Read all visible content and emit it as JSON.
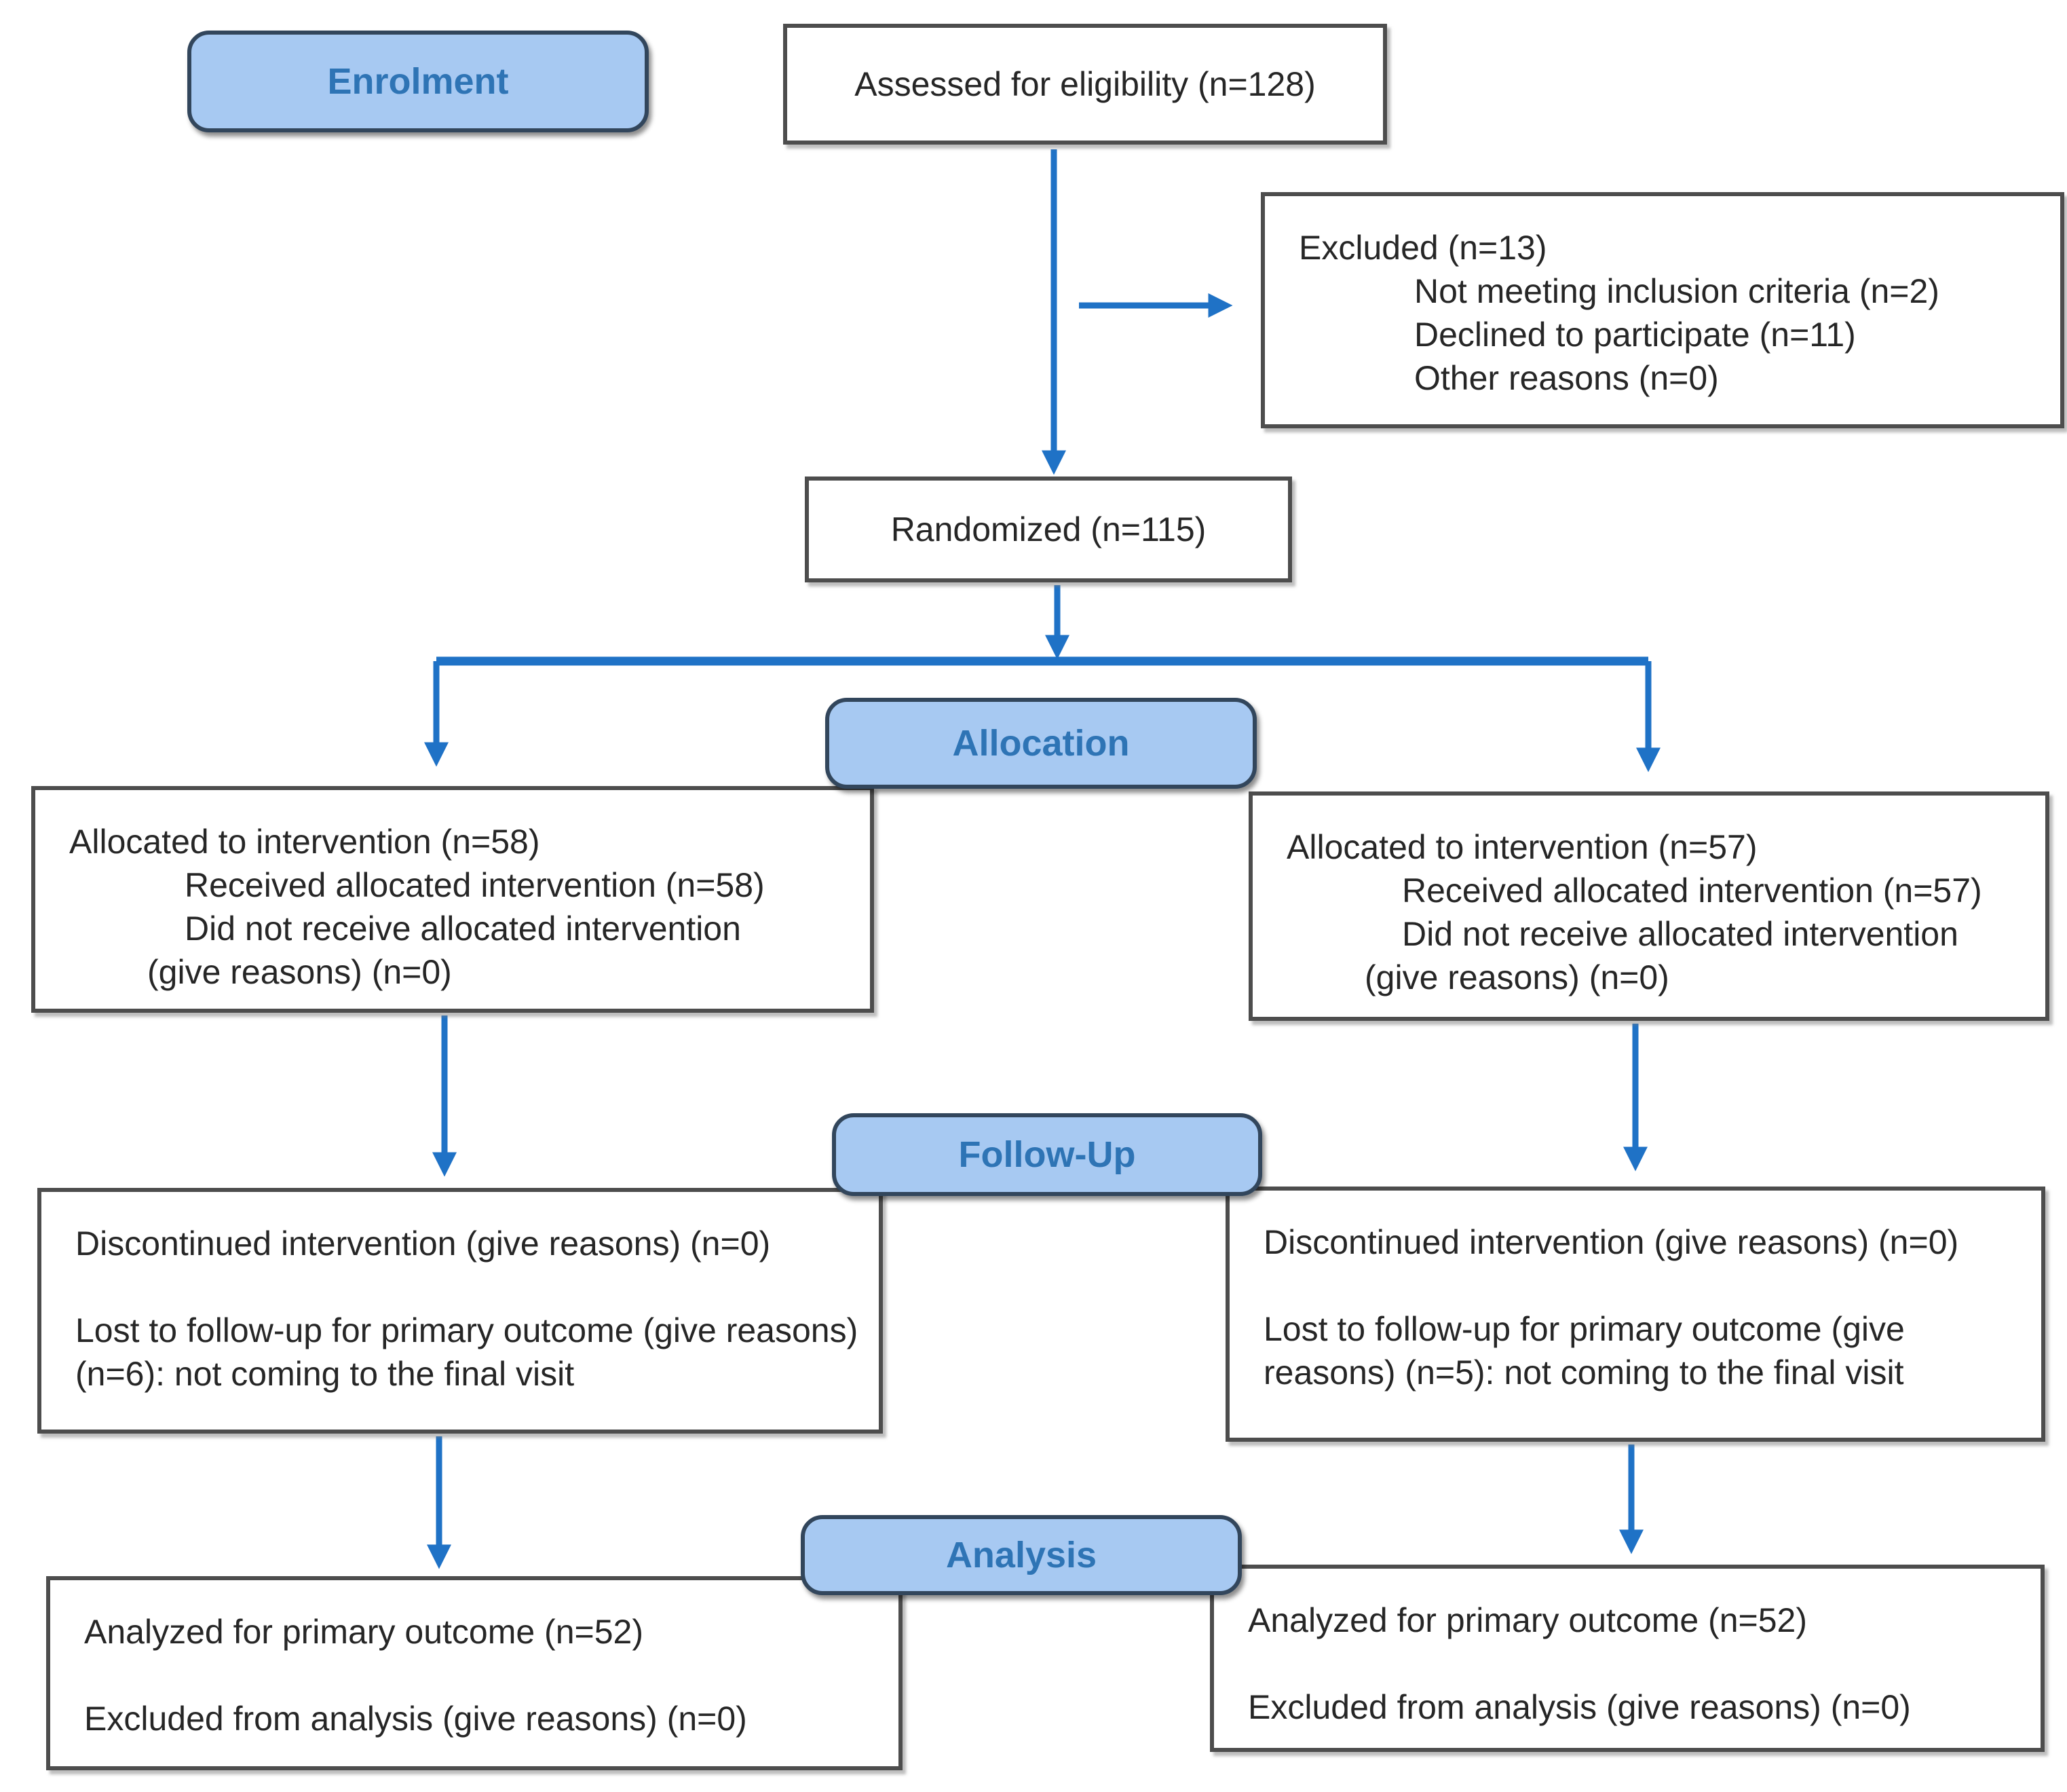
{
  "stages": {
    "enrolment": "Enrolment",
    "allocation": "Allocation",
    "followup": "Follow-Up",
    "analysis": "Analysis"
  },
  "boxes": {
    "assessed": {
      "text": "Assessed for eligibility (n=128)"
    },
    "excluded": {
      "title": "Excluded (n=13)",
      "items": [
        "Not meeting inclusion criteria (n=2)",
        "Declined to participate (n=11)",
        "Other reasons (n=0)"
      ]
    },
    "randomized": {
      "text": "Randomized (n=115)"
    },
    "alloc_left": {
      "title": "Allocated to intervention (n=58)",
      "items": [
        "Received allocated intervention (n=58)",
        "Did not receive allocated intervention"
      ],
      "note": "(give reasons) (n=0)"
    },
    "alloc_right": {
      "title": "Allocated to intervention (n=57)",
      "items": [
        "Received allocated intervention (n=57)",
        "Did not receive allocated intervention"
      ],
      "note": "(give reasons) (n=0)"
    },
    "followup_left": {
      "line1": "Discontinued intervention (give reasons) (n=0)",
      "line2": "Lost to follow-up for primary outcome (give reasons) (n=6): not coming to the final visit"
    },
    "followup_right": {
      "line1": "Discontinued intervention (give reasons) (n=0)",
      "line2": "Lost to follow-up for primary outcome (give reasons) (n=5): not coming to the final visit"
    },
    "analysis_left": {
      "line1": "Analyzed for primary outcome (n=52)",
      "line2": "Excluded from analysis (give reasons) (n=0)"
    },
    "analysis_right": {
      "line1": "Analyzed for primary outcome (n=52)",
      "line2": "Excluded from analysis (give reasons) (n=0)"
    }
  },
  "colors": {
    "arrow": "#1F72C6",
    "pill_fill": "#A7C9F2",
    "pill_border": "#32465C",
    "pill_text": "#2E74B5",
    "box_border": "#4D4D4D",
    "text": "#262626"
  }
}
